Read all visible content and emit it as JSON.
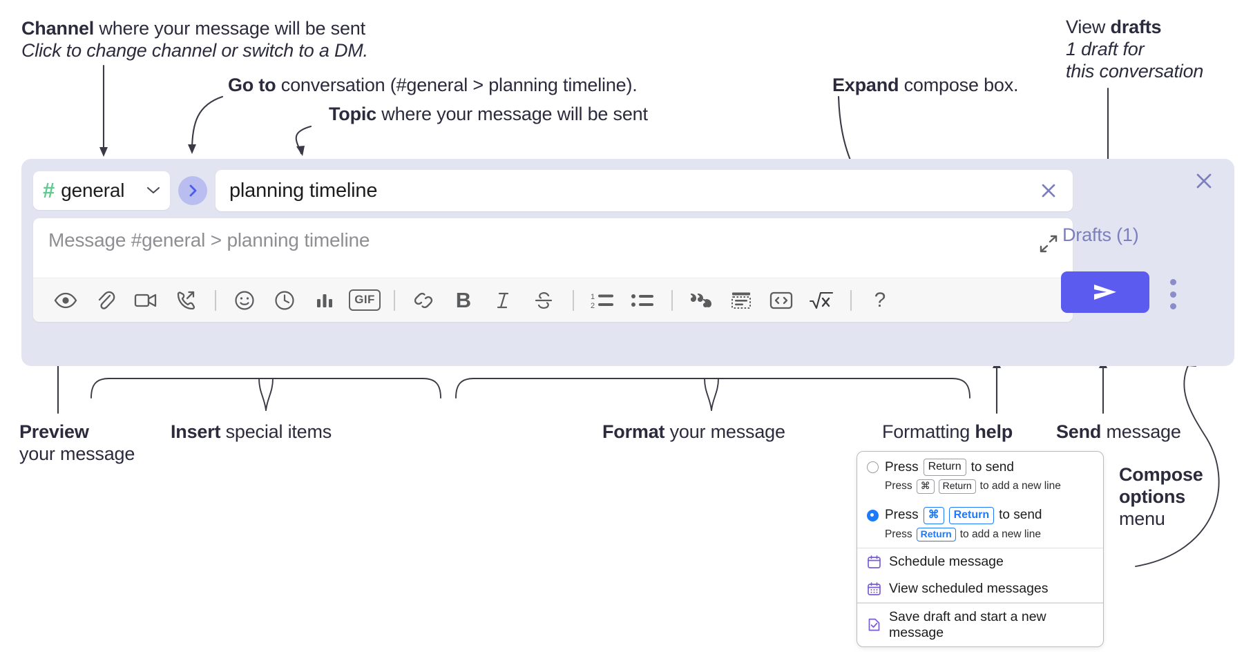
{
  "annotations": {
    "channel": {
      "bold": "Channel",
      "rest": " where your message will be sent",
      "italic": "Click to change channel or switch to a DM."
    },
    "goto": {
      "bold": "Go to",
      "rest": " conversation (#general > planning timeline)."
    },
    "topic": {
      "bold": "Topic",
      "rest": " where your message will be sent"
    },
    "expand": {
      "bold": "Expand",
      "rest": " compose box."
    },
    "drafts": {
      "lead": "View ",
      "bold": "drafts",
      "italic1": "1 draft for",
      "italic2": "this conversation"
    },
    "preview": {
      "bold": "Preview",
      "line2": "your message"
    },
    "insert": {
      "bold": "Insert",
      "rest": " special items"
    },
    "format": {
      "bold": "Format",
      "rest": " your message"
    },
    "help": {
      "lead": "Formatting ",
      "bold": "help"
    },
    "send": {
      "bold": "Send",
      "rest": " message"
    },
    "compose_options": {
      "bold1": "Compose",
      "bold2": "options",
      "rest": "menu"
    }
  },
  "compose": {
    "channel": {
      "hash": "#",
      "name": "general",
      "chevron": "chevron-down-icon"
    },
    "goto_button": "go-to-conversation-icon",
    "topic": {
      "value": "planning timeline",
      "clear": "close-icon"
    },
    "message": {
      "placeholder": "Message #general > planning timeline",
      "value": "",
      "expand": "expand-icon"
    },
    "toolbar": [
      {
        "name": "preview",
        "icon": "eye-icon",
        "label": ""
      },
      {
        "name": "attach",
        "icon": "paperclip-icon",
        "label": ""
      },
      {
        "name": "video",
        "icon": "video-camera-icon",
        "label": ""
      },
      {
        "name": "huddle",
        "icon": "phone-forward-icon",
        "label": ""
      },
      {
        "name": "sep1",
        "icon": "separator",
        "label": ""
      },
      {
        "name": "emoji",
        "icon": "smiley-icon",
        "label": ""
      },
      {
        "name": "reminder",
        "icon": "clock-icon",
        "label": ""
      },
      {
        "name": "poll",
        "icon": "bar-chart-icon",
        "label": ""
      },
      {
        "name": "gif",
        "icon": "gif-icon",
        "label": "GIF"
      },
      {
        "name": "sep2",
        "icon": "separator",
        "label": ""
      },
      {
        "name": "link",
        "icon": "link-icon",
        "label": ""
      },
      {
        "name": "bold",
        "icon": "bold-icon",
        "label": "B"
      },
      {
        "name": "italic",
        "icon": "italic-icon",
        "label": "I"
      },
      {
        "name": "strikethrough",
        "icon": "strikethrough-icon",
        "label": "S"
      },
      {
        "name": "sep3",
        "icon": "separator",
        "label": ""
      },
      {
        "name": "ordered-list",
        "icon": "ordered-list-icon",
        "label": ""
      },
      {
        "name": "bulleted-list",
        "icon": "bulleted-list-icon",
        "label": ""
      },
      {
        "name": "sep4",
        "icon": "separator",
        "label": ""
      },
      {
        "name": "blockquote",
        "icon": "quote-icon",
        "label": ""
      },
      {
        "name": "code-block",
        "icon": "code-block-icon",
        "label": ""
      },
      {
        "name": "code",
        "icon": "code-inline-icon",
        "label": ""
      },
      {
        "name": "math",
        "icon": "square-root-icon",
        "label": ""
      },
      {
        "name": "sep5",
        "icon": "separator",
        "label": ""
      },
      {
        "name": "help",
        "icon": "question-mark-icon",
        "label": "?"
      }
    ],
    "right": {
      "close": "close-icon",
      "drafts_label": "Drafts (1)",
      "send": "send-icon",
      "kebab": "more-options-icon"
    }
  },
  "popup": {
    "options": [
      {
        "selected": false,
        "main_pre": "Press",
        "main_keys": [
          "Return"
        ],
        "main_post": "to send",
        "sub_pre": "Press",
        "sub_keys": [
          "⌘",
          "Return"
        ],
        "sub_post": "to add a new line"
      },
      {
        "selected": true,
        "main_pre": "Press",
        "main_keys": [
          "⌘",
          "Return"
        ],
        "main_post": "to send",
        "sub_pre": "Press",
        "sub_keys": [
          "Return"
        ],
        "sub_post": "to add a new line"
      }
    ],
    "items": [
      {
        "icon": "calendar-icon",
        "label": "Schedule message"
      },
      {
        "icon": "calendar-grid-icon",
        "label": "View scheduled messages"
      },
      {
        "icon": "save-draft-icon",
        "label": "Save draft and start a new message"
      }
    ]
  },
  "colors": {
    "compose_bg": "#e3e4f1",
    "accent_send": "#5b5bf0",
    "hash_green": "#5fcb8f",
    "goto_circle": "#b9bdf0",
    "drafts_text": "#7c7fbd",
    "radio_blue": "#1d7afc",
    "menu_icon_purple": "#7a5bd6",
    "anno_text": "#2b2b3d"
  }
}
